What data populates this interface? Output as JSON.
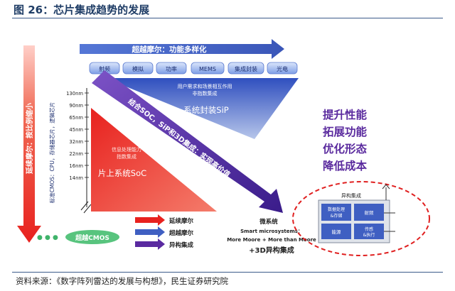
{
  "figure_title": "图 26：芯片集成趋势的发展",
  "source": "资料来源：《数字阵列雷达的发展与构想》，民生证券研究院",
  "top_arrow_label": "超越摩尔：功能多样化",
  "function_boxes": [
    "射频",
    "模拟",
    "功率",
    "MEMS",
    "集成封装",
    "光电"
  ],
  "sip": {
    "note_line1": "用户需求和场景相互作用",
    "note_line2": "非指数集成",
    "label": "系统封装SiP"
  },
  "vertical_arrow": {
    "main": "延续摩尔：按比例缩小",
    "sub": "标准CMOS：CPU，存储器芯片，逻辑芯片"
  },
  "node_ticks": [
    "130nm",
    "90nm",
    "65nm",
    "45nm",
    "32nm",
    "22nm",
    "16nm",
    "14nm"
  ],
  "soc": {
    "note_line1": "信息处理能力",
    "note_line2": "指数集成",
    "label": "片上系统SoC"
  },
  "diagonal_arrow_label": "结合SOC，SiP和3D集成：实现高价值",
  "bottom_left_label": "超越CMOS",
  "legend": [
    {
      "label": "延续摩尔",
      "color": "#e8211e"
    },
    {
      "label": "超越摩尔",
      "color": "#3f5fc2"
    },
    {
      "label": "异构集成",
      "color": "#5a2aa0"
    }
  ],
  "micro": {
    "title": "微系统",
    "line1": "Smart microsystems：",
    "line2": "More Moore + More than Moore",
    "line3": "+3D异构集成"
  },
  "benefits": [
    "提升性能",
    "拓展功能",
    "优化形态",
    "降低成本"
  ],
  "chip": {
    "top_label": "异构集成",
    "blocks": [
      "数据处理&存储",
      "射频",
      "能源",
      "传感&执行"
    ]
  },
  "colors": {
    "red": "#e8211e",
    "blue": "#3f5fc2",
    "purple": "#5a2aa0",
    "benefit_text": "#5a2a9e",
    "title_blue": "#1f3d66",
    "green": "#3fb36a"
  }
}
